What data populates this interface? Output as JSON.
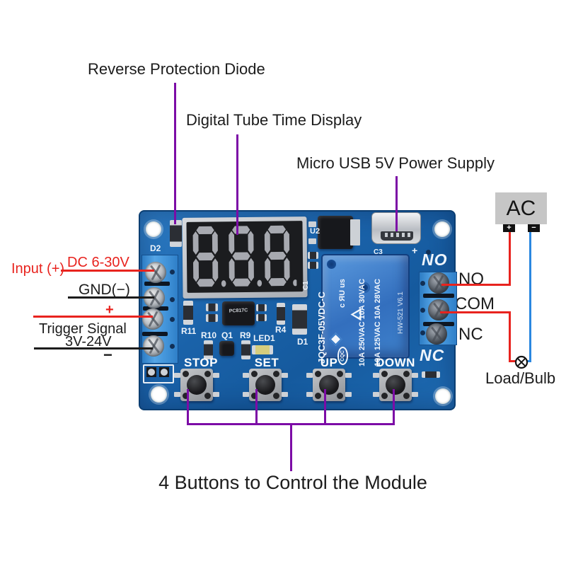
{
  "callouts": {
    "diode": "Reverse Protection Diode",
    "display": "Digital Tube Time Display",
    "usb": "Micro USB 5V Power Supply",
    "buttons_note": "4 Buttons to Control the Module"
  },
  "power_input": {
    "input_plus": "Input (+)",
    "dc_range": "DC 6-30V",
    "gnd": "GND(−)",
    "trigger_plus": "+",
    "trigger_name": "Trigger Signal",
    "trigger_range": "3V-24V",
    "trigger_minus": "−"
  },
  "relay_output": {
    "no": "NO",
    "com": "COM",
    "nc": "NC",
    "ac_source": "AC",
    "ac_plus": "+",
    "ac_minus": "−",
    "load": "Load/Bulb"
  },
  "pcb": {
    "silkscreen": {
      "d2": "D2",
      "u2": "U2",
      "c1": "C1",
      "c3": "C3",
      "usb_plus": "+",
      "r11": "R11",
      "r10": "R10",
      "q1": "Q1",
      "r9": "R9",
      "led1": "LED1",
      "r4": "R4",
      "d1": "D1",
      "no": "NO",
      "nc": "NC",
      "board_id": "HW-521 V6.1"
    },
    "buttons": [
      "STOP",
      "SET",
      "UP",
      "DOWN"
    ],
    "display_value": "8.8.8.",
    "optocoupler": "PC817C",
    "relay": {
      "model": "JQC3F-05VDC-C",
      "rating_line1": "10A 250VAC 10A 30VAC",
      "rating_line2": "10A 125VAC 10A 28VAC",
      "ul_mark": "c ЯU us",
      "cqc_mark": "CQC"
    }
  },
  "colors": {
    "annotation_purple": "#7c0ca6",
    "wire_red": "#e8231e",
    "wire_blue": "#2b87e0",
    "pcb_blue": "#1c6ab5",
    "label_black": "#1c1c1c",
    "ac_box_gray": "#c6c6c6"
  }
}
